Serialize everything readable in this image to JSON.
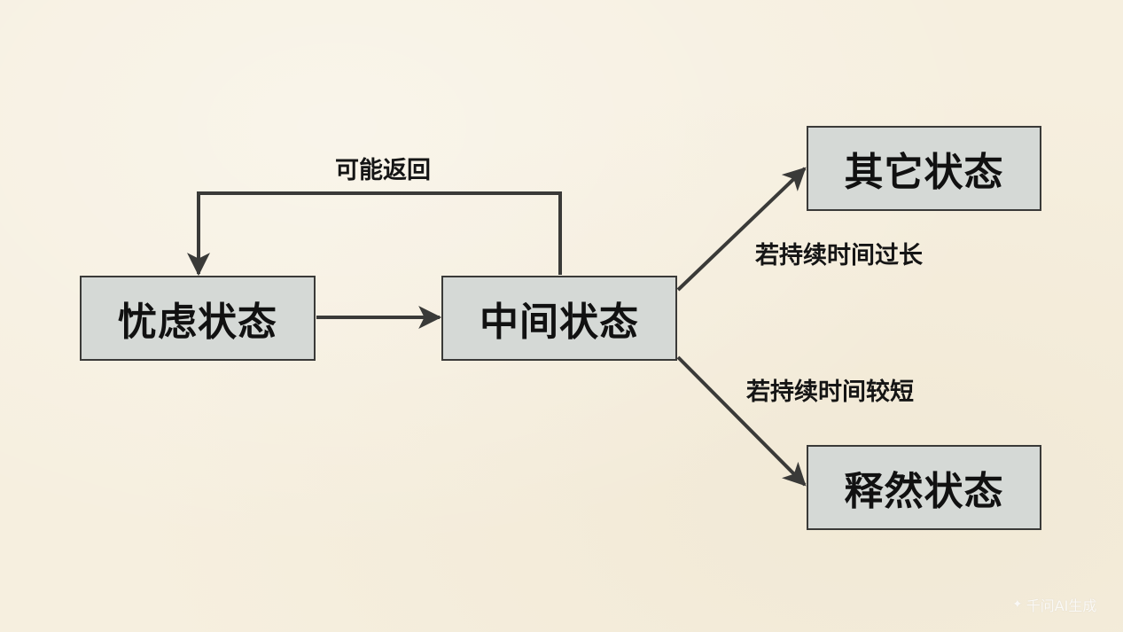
{
  "diagram": {
    "nodes": {
      "worry": "忧虑状态",
      "middle": "中间状态",
      "other": "其它状态",
      "relief": "释然状态"
    },
    "edges": [
      {
        "from": "worry",
        "to": "middle",
        "label": ""
      },
      {
        "from": "middle",
        "to": "worry",
        "label": "可能返回"
      },
      {
        "from": "middle",
        "to": "other",
        "label": "若持续时间过长"
      },
      {
        "from": "middle",
        "to": "relief",
        "label": "若持续时间较短"
      }
    ],
    "labels": {
      "return": "可能返回",
      "long": "若持续时间过长",
      "short": "若持续时间较短"
    },
    "colors": {
      "background": "#f6efdf",
      "box_fill": "#d5d9d6",
      "line": "#3a3a38"
    }
  },
  "watermark": {
    "icon": "sparkle-icon",
    "text": "千问AI生成"
  }
}
